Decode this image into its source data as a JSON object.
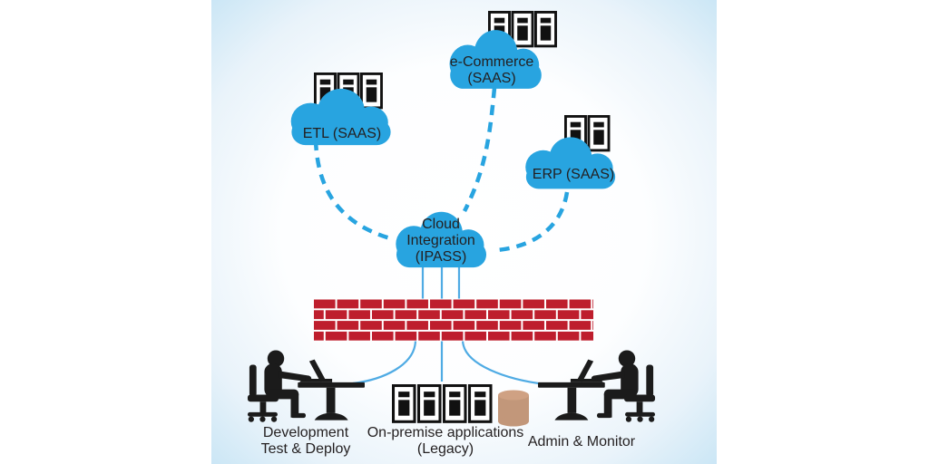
{
  "title": "Cloud integration architecture diagram",
  "colors": {
    "cloud_blue": "#28A4E0",
    "line_blue": "#4FABE4",
    "brick_red": "#BE1E2D",
    "text_dark": "#231F20",
    "silhouette": "#1B1B1B",
    "server_ink": "#111111",
    "db_tan": "#C2977A",
    "db_tan_light": "#CFA183",
    "bg_edge": "#C8E5F5"
  },
  "clouds": {
    "etl": {
      "label": "ETL (SAAS)",
      "server_count": "3"
    },
    "ecommerce": {
      "label_line1": "e-Commerce",
      "label_line2": "(SAAS)",
      "server_count": "3"
    },
    "erp": {
      "label": "ERP (SAAS)",
      "server_count": "2"
    },
    "integration": {
      "label_line1": "Cloud",
      "label_line2": "Integration",
      "label_line3": "(IPASS)"
    }
  },
  "on_premise": {
    "label_line1": "On-premise applications",
    "label_line2": "(Legacy)",
    "server_count": "4"
  },
  "actors": {
    "developer": {
      "label_line1": "Development",
      "label_line2": "Test & Deploy"
    },
    "admin": {
      "label": "Admin & Monitor"
    }
  }
}
